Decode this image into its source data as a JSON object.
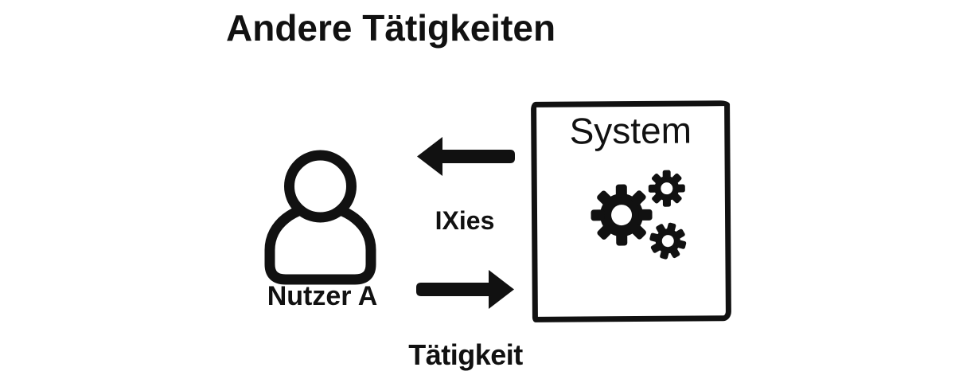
{
  "title": "Andere Tätigkeiten",
  "colors": {
    "ink": "#111111",
    "background": "#ffffff"
  },
  "nodes": {
    "user": {
      "label": "Nutzer A",
      "icon": "person-icon"
    },
    "system": {
      "label": "System",
      "icon": "gears-icon"
    }
  },
  "edges": {
    "system_to_user": {
      "label": "IXies",
      "direction": "left",
      "from": "System",
      "to": "Nutzer A"
    },
    "user_to_system": {
      "label": "Tätigkeit",
      "direction": "right",
      "from": "Nutzer A",
      "to": "System"
    }
  }
}
